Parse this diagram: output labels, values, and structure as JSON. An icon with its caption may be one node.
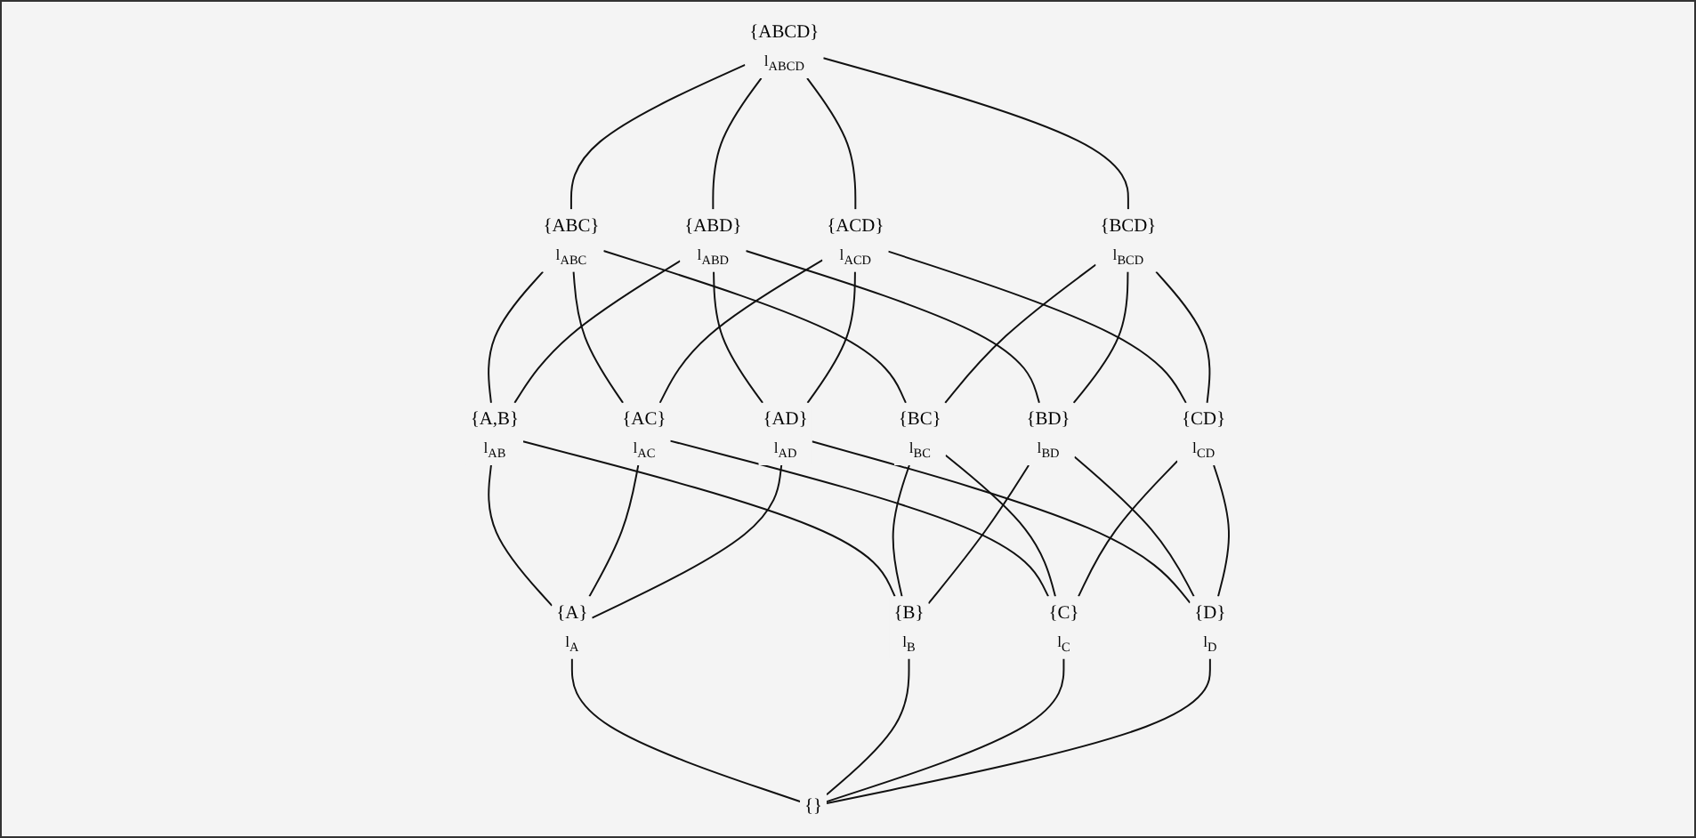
{
  "diagram": {
    "nodes": [
      {
        "text": [
          "{ABCD}",
          "l$_{ABCD}$"
        ]
      },
      {
        "text": [
          "{ABC}",
          "l$_{ABC}$"
        ]
      },
      {
        "text": [
          "{ABD}",
          "l$_{ABD}$"
        ]
      },
      {
        "text": [
          "{ACD}",
          "l$_{ACD}$"
        ]
      },
      {
        "text": [
          "{BCD}",
          "l$_{BCD}$"
        ]
      },
      {
        "text": [
          "{A,B}",
          "l$_{AB}$"
        ]
      },
      {
        "text": [
          "{AC}",
          "l$_{AC}$"
        ]
      },
      {
        "text": [
          "{AD}",
          "l$_{AD}$"
        ]
      },
      {
        "text": [
          "{BC}",
          "l$_{BC}$"
        ]
      },
      {
        "text": [
          "{BD}",
          "l$_{BD}$"
        ]
      },
      {
        "text": [
          "{CD}",
          "l$_{CD}$"
        ]
      },
      {
        "text": [
          "{A}",
          "l$_{A}$"
        ]
      },
      {
        "text": [
          "{B}",
          "l$_{B}$"
        ]
      },
      {
        "text": [
          "{C}",
          "l$_{C}$"
        ]
      },
      {
        "text": [
          "{D}",
          "l$_{D}$"
        ]
      },
      {
        "text": [
          "{}"
        ]
      }
    ],
    "edges": [
      {
        "from": 0,
        "to": 1,
        "arrow": "none"
      },
      {
        "from": 0,
        "to": 2,
        "arrow": "none"
      },
      {
        "from": 0,
        "to": 3,
        "arrow": "none"
      },
      {
        "from": 0,
        "to": 4,
        "arrow": "none"
      },
      {
        "from": 1,
        "to": 5,
        "arrow": "none"
      },
      {
        "from": 1,
        "to": 6,
        "arrow": "none"
      },
      {
        "from": 1,
        "to": 8,
        "arrow": "none"
      },
      {
        "from": 2,
        "to": 5,
        "arrow": "none"
      },
      {
        "from": 2,
        "to": 7,
        "arrow": "none"
      },
      {
        "from": 2,
        "to": 9,
        "arrow": "none"
      },
      {
        "from": 3,
        "to": 6,
        "arrow": "none"
      },
      {
        "from": 3,
        "to": 7,
        "arrow": "none"
      },
      {
        "from": 3,
        "to": 10,
        "arrow": "none"
      },
      {
        "from": 4,
        "to": 8,
        "arrow": "none"
      },
      {
        "from": 4,
        "to": 9,
        "arrow": "none"
      },
      {
        "from": 4,
        "to": 10,
        "arrow": "none"
      },
      {
        "from": 5,
        "to": 11,
        "arrow": "none"
      },
      {
        "from": 5,
        "to": 12,
        "arrow": "none"
      },
      {
        "from": 6,
        "to": 11,
        "arrow": "none"
      },
      {
        "from": 6,
        "to": 13,
        "arrow": "none"
      },
      {
        "from": 7,
        "to": 11,
        "arrow": "none"
      },
      {
        "from": 7,
        "to": 14,
        "arrow": "none"
      },
      {
        "from": 8,
        "to": 12,
        "arrow": "none"
      },
      {
        "from": 8,
        "to": 13,
        "arrow": "none"
      },
      {
        "from": 9,
        "to": 12,
        "arrow": "none"
      },
      {
        "from": 9,
        "to": 14,
        "arrow": "none"
      },
      {
        "from": 10,
        "to": 13,
        "arrow": "none"
      },
      {
        "from": 10,
        "to": 14,
        "arrow": "none"
      },
      {
        "from": 11,
        "to": 15,
        "arrow": "none"
      },
      {
        "from": 12,
        "to": 15,
        "arrow": "none"
      },
      {
        "from": 13,
        "to": 15,
        "arrow": "none"
      },
      {
        "from": 14,
        "to": 15,
        "arrow": "none"
      }
    ]
  }
}
